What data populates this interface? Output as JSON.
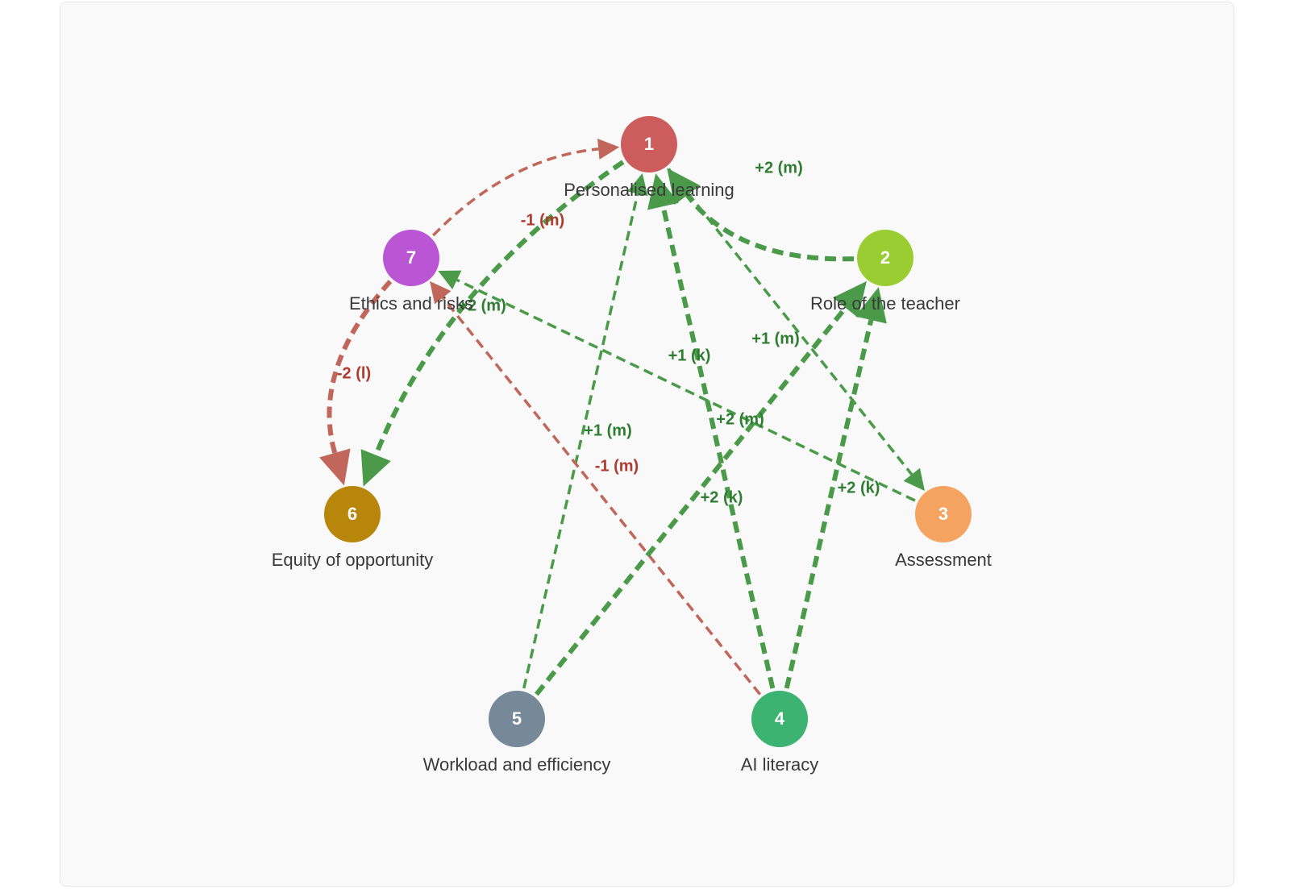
{
  "colors": {
    "positive": "#2e7d32",
    "negative": "#b03a2e",
    "positive_line": "#4a9a4a",
    "negative_line": "#c0665a"
  },
  "nodes": [
    {
      "id": "1",
      "label": "Personalised learning",
      "color": "#cd5c5c"
    },
    {
      "id": "2",
      "label": "Role of the teacher",
      "color": "#9acd32"
    },
    {
      "id": "3",
      "label": "Assessment",
      "color": "#f4a460"
    },
    {
      "id": "4",
      "label": "AI literacy",
      "color": "#3cb371"
    },
    {
      "id": "5",
      "label": "Workload and efficiency",
      "color": "#778899"
    },
    {
      "id": "6",
      "label": "Equity of opportunity",
      "color": "#b8860b"
    },
    {
      "id": "7",
      "label": "Ethics and risks",
      "color": "#ba55d3"
    }
  ],
  "edges": [
    {
      "from": "2",
      "to": "1",
      "label": "+2 (m)",
      "sign": "positive",
      "strength": 2
    },
    {
      "from": "7",
      "to": "1",
      "label": "-1 (m)",
      "sign": "negative",
      "strength": 1
    },
    {
      "from": "1",
      "to": "6",
      "label": "+2 (m)",
      "sign": "positive",
      "strength": 2
    },
    {
      "from": "7",
      "to": "6",
      "label": "-2 (l)",
      "sign": "negative",
      "strength": 2
    },
    {
      "from": "1",
      "to": "3",
      "label": "+1 (m)",
      "sign": "positive",
      "strength": 1
    },
    {
      "from": "3",
      "to": "7",
      "label": "+1 (k)",
      "sign": "positive",
      "strength": 1
    },
    {
      "from": "5",
      "to": "1",
      "label": "+1 (m)",
      "sign": "positive",
      "strength": 1
    },
    {
      "from": "4",
      "to": "1",
      "label": "+2 (m)",
      "sign": "positive",
      "strength": 2
    },
    {
      "from": "4",
      "to": "7",
      "label": "-1 (m)",
      "sign": "negative",
      "strength": 1
    },
    {
      "from": "5",
      "to": "2",
      "label": "+2 (k)",
      "sign": "positive",
      "strength": 2
    },
    {
      "from": "4",
      "to": "2",
      "label": "+2 (k)",
      "sign": "positive",
      "strength": 2
    }
  ]
}
